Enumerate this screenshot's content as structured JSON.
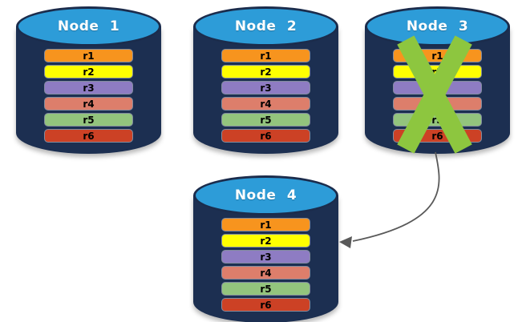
{
  "colors": {
    "cylinder_body": "#1C2F51",
    "cylinder_top": "#2D9CD8",
    "cylinder_outline": "#1B2C4C",
    "failure_x": "#8DC63F",
    "arrow": "#595959"
  },
  "replicas": [
    {
      "label": "r1",
      "color": "#F7941E"
    },
    {
      "label": "r2",
      "color": "#FFFF00"
    },
    {
      "label": "r3",
      "color": "#8E7CC3"
    },
    {
      "label": "r4",
      "color": "#DD7E6B"
    },
    {
      "label": "r5",
      "color": "#93C47D"
    },
    {
      "label": "r6",
      "color": "#CC4125"
    }
  ],
  "nodes": [
    {
      "title": "Node 1"
    },
    {
      "title": "Node 2"
    },
    {
      "title": "Node 3"
    },
    {
      "title": "Node 4"
    }
  ]
}
